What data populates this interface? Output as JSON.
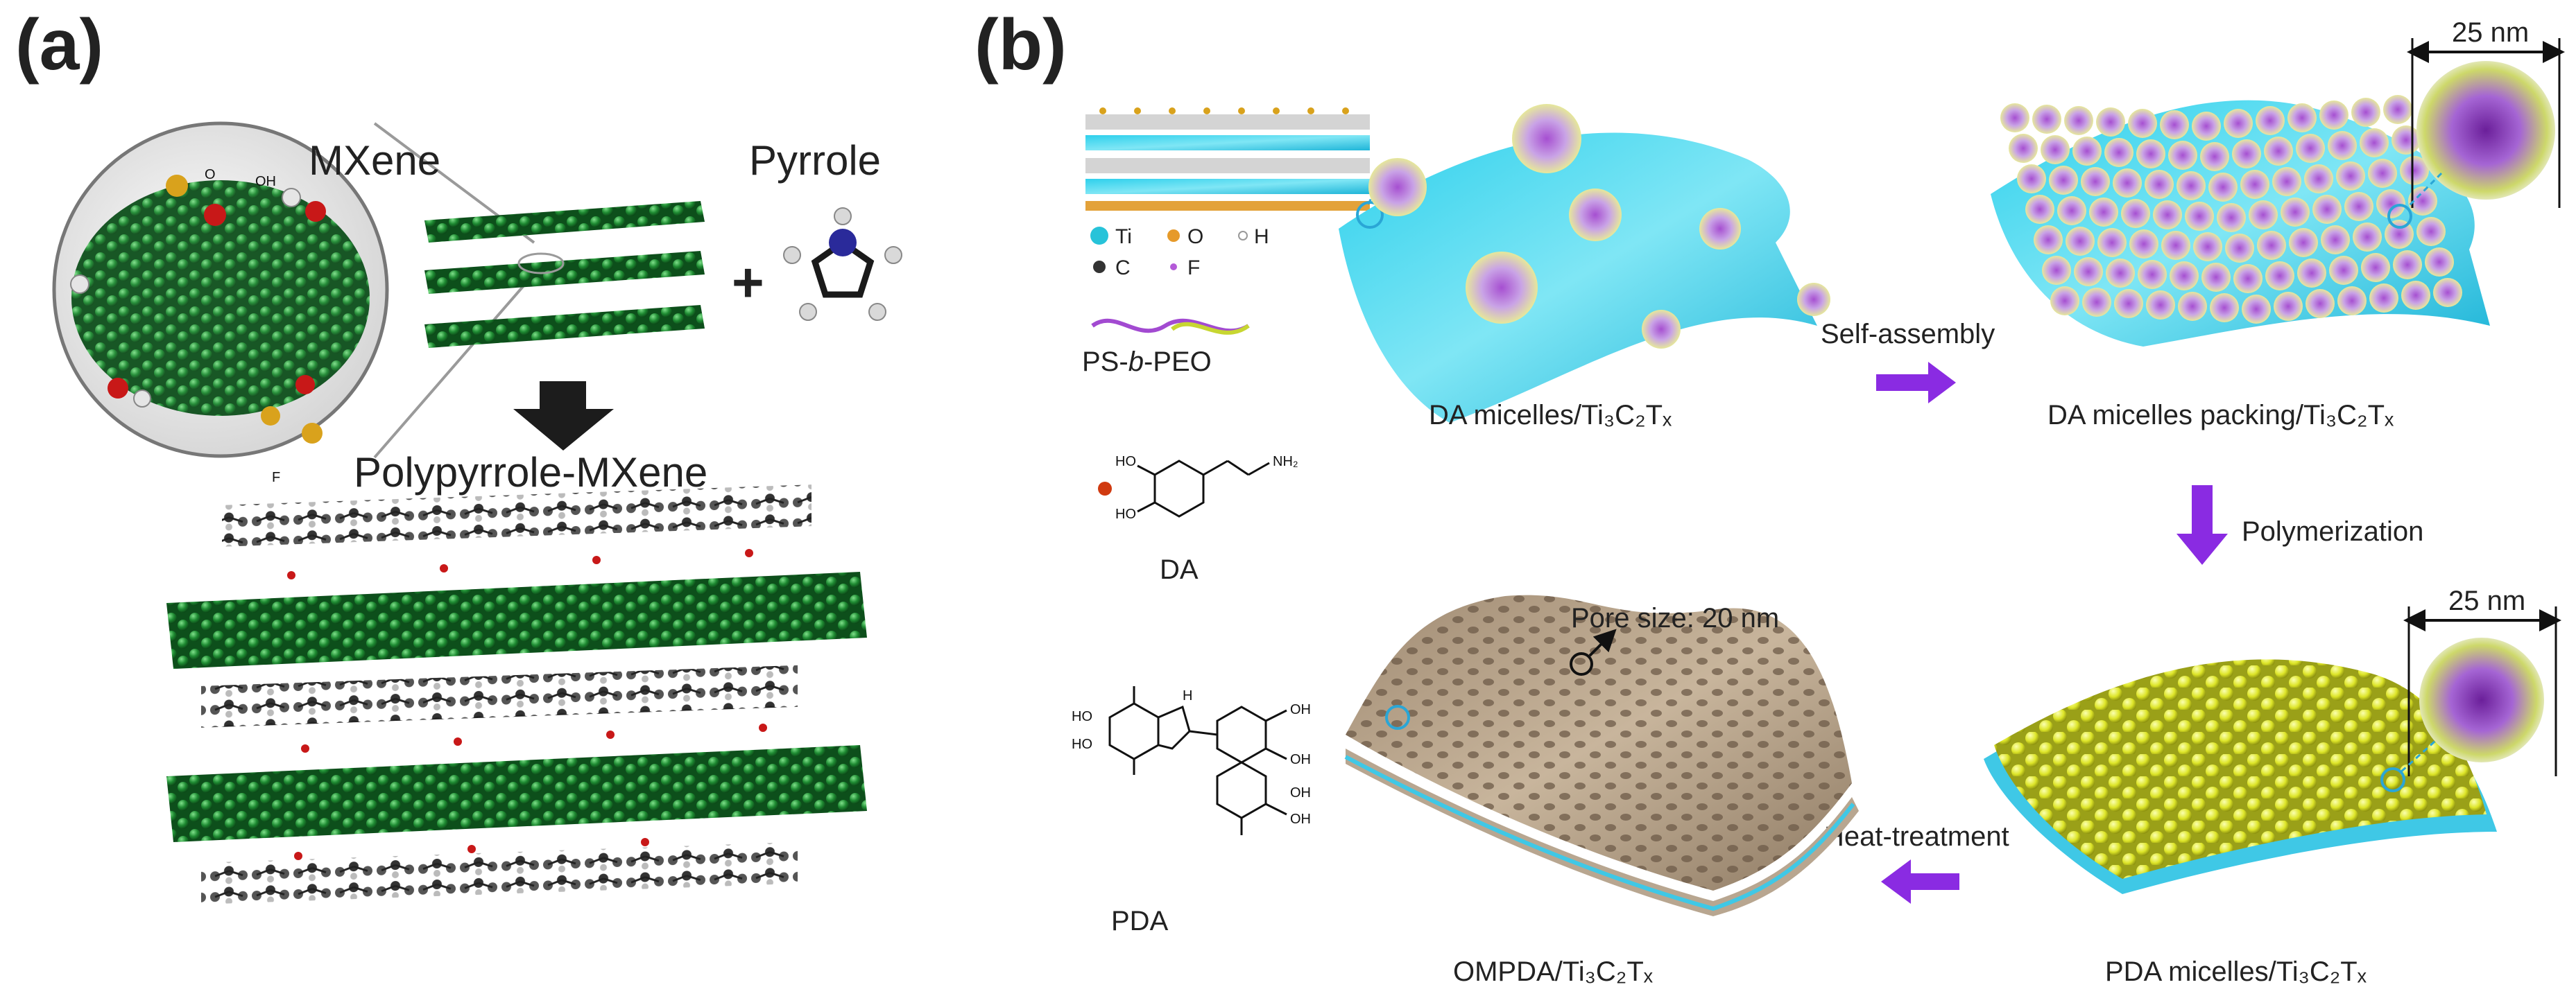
{
  "panels": {
    "a": {
      "label": "(a)"
    },
    "b": {
      "label": "(b)"
    }
  },
  "panel_a": {
    "mxene_label": "MXene",
    "pyrrole_label": "Pyrrole",
    "plus": "+",
    "product_label": "Polypyrrole-MXene",
    "inset_atoms": {
      "o1": "O",
      "oh": "OH",
      "f": "F"
    }
  },
  "panel_b": {
    "legend": {
      "ti": "Ti",
      "o": "O",
      "h": "H",
      "c": "C",
      "f": "F",
      "copolymer": "PS-b-PEO",
      "copolymer_pre": "PS-",
      "copolymer_mid": "b",
      "copolymer_post": "-PEO"
    },
    "monomer": {
      "name": "DA",
      "nh2": "NH₂",
      "ho1": "HO",
      "ho2": "HO"
    },
    "polymer": {
      "name": "PDA",
      "oh": "OH",
      "ho": "HO",
      "nh": "H"
    },
    "stages": {
      "s1": "DA micelles/Ti₃C₂Tₓ",
      "s2": "DA micelles packing/Ti₃C₂Tₓ",
      "s3": "PDA micelles/Ti₃C₂Tₓ",
      "s4": "OMPDA/Ti₃C₂Tₓ"
    },
    "steps": {
      "self_assembly": "Self-assembly",
      "polymerization": "Polymerization",
      "heat_treatment": "Heat-treatment"
    },
    "scale_top": "25 nm",
    "scale_bottom": "25 nm",
    "pore_label": "Pore size: 20 nm"
  },
  "colors": {
    "mxene_green": "#1f7a2e",
    "sheet_cyan": "#3fd2ec",
    "micelle_purple": "#b98fd8",
    "pda_yellow": "#e2ea2a",
    "ompda_tan": "#b39e86",
    "arrow_purple": "#8a2be2",
    "ti_cyan": "#27c3d9",
    "o_orange": "#e69a2a"
  }
}
